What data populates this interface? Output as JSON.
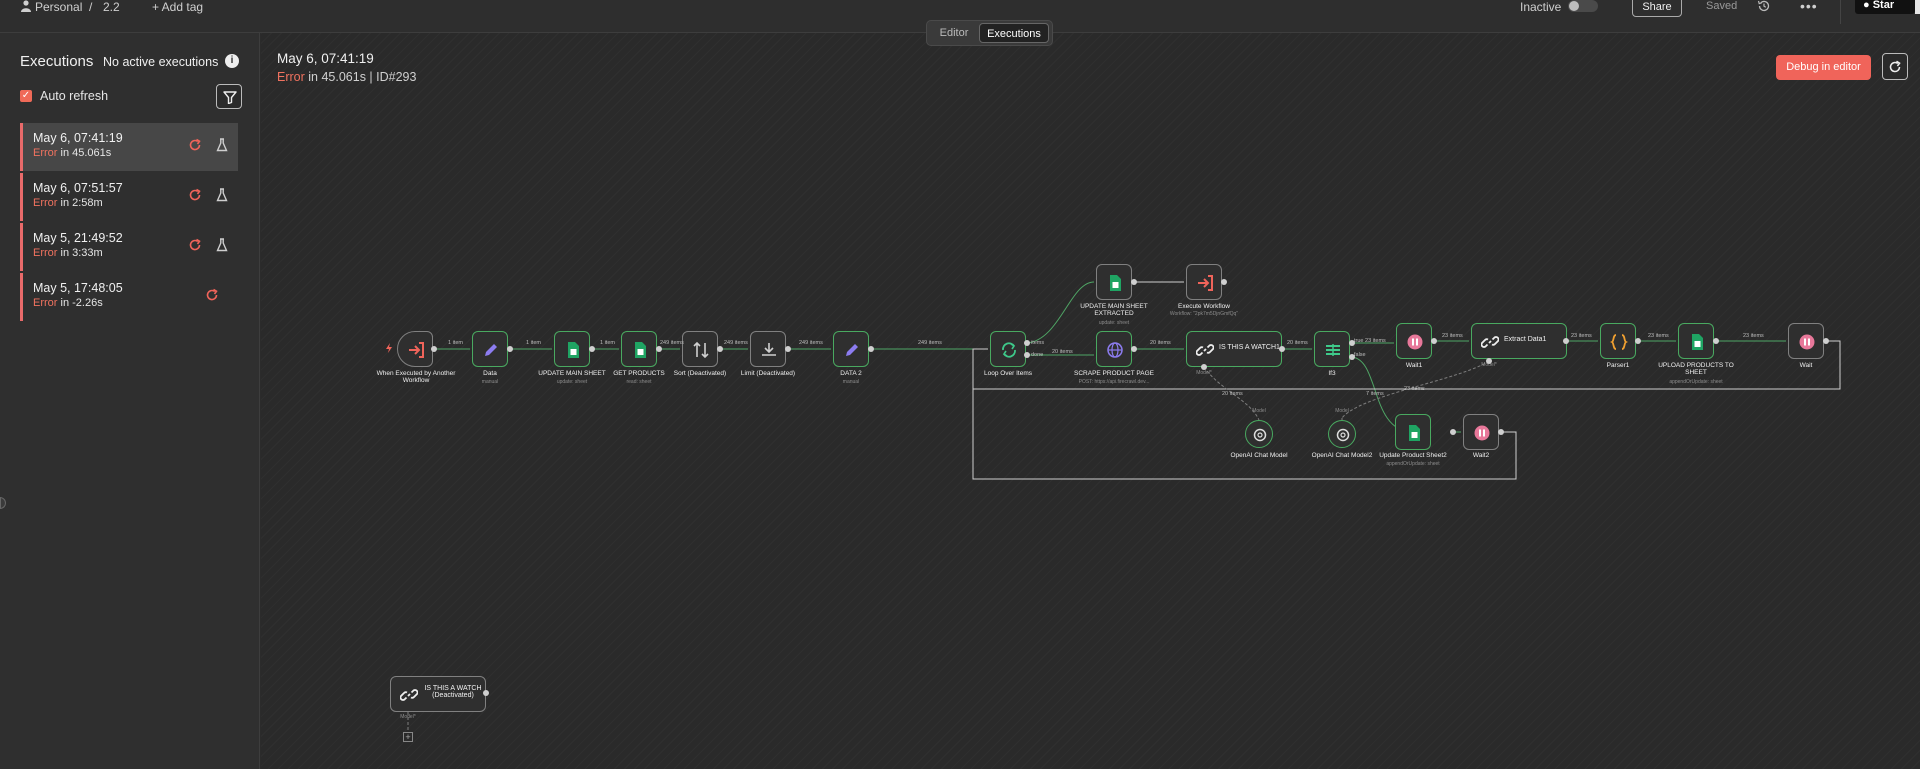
{
  "header": {
    "breadcrumb_personal": "Personal",
    "breadcrumb_sep": "/",
    "breadcrumb_name": "2.2",
    "add_tag": "+ Add tag",
    "status_label": "Inactive",
    "share": "Share",
    "saved": "Saved",
    "more": "•••",
    "star": "Star"
  },
  "tabs": {
    "editor": "Editor",
    "executions": "Executions"
  },
  "sidebar": {
    "title": "Executions",
    "no_active": "No active executions",
    "auto_refresh": "Auto refresh",
    "items": [
      {
        "date": "May 6, 07:41:19",
        "status": "Error",
        "duration": "in 45.061s"
      },
      {
        "date": "May 6, 07:51:57",
        "status": "Error",
        "duration": "in 2:58m"
      },
      {
        "date": "May 5, 21:49:52",
        "status": "Error",
        "duration": "in 3:33m"
      },
      {
        "date": "May 5, 17:48:05",
        "status": "Error",
        "duration": "in -2.26s"
      }
    ]
  },
  "run": {
    "date": "May 6, 07:41:19",
    "status": "Error",
    "detail": "in 45.061s | ID#293",
    "debug_button": "Debug in editor"
  },
  "nodes": {
    "n1": {
      "label": "When Executed by Another Workflow",
      "sub": ""
    },
    "n2": {
      "label": "Data",
      "sub": "manual"
    },
    "n3": {
      "label": "UPDATE MAIN SHEET",
      "sub": "update: sheet"
    },
    "n4": {
      "label": "GET PRODUCTS",
      "sub": "read: sheet"
    },
    "n5": {
      "label": "Sort (Deactivated)",
      "sub": ""
    },
    "n6": {
      "label": "Limit (Deactivated)",
      "sub": ""
    },
    "n7": {
      "label": "DATA 2",
      "sub": "manual"
    },
    "n8": {
      "label": "Loop Over Items",
      "sub": ""
    },
    "n9": {
      "label": "UPDATE MAIN SHEET EXTRACTED",
      "sub": "update: sheet"
    },
    "n10": {
      "label": "Execute Workflow",
      "sub": "Workflow: \"2pk7m5DjnGmfQq\""
    },
    "n11": {
      "label": "SCRAPE PRODUCT PAGE",
      "sub": "POST: https://api.firecrawl.dev..."
    },
    "n12": {
      "label": "IS THIS A WATCH1",
      "sub": "Model*"
    },
    "n13": {
      "label": "If3",
      "sub": ""
    },
    "n14": {
      "label": "Wait1",
      "sub": ""
    },
    "n15": {
      "label": "Extract Data1",
      "sub": "Model*"
    },
    "n16": {
      "label": "Parser1",
      "sub": ""
    },
    "n17": {
      "label": "UPLOAD PRODUCTS TO SHEET",
      "sub": "appendOrUpdate: sheet"
    },
    "n18": {
      "label": "Wait",
      "sub": ""
    },
    "n19": {
      "label": "OpenAI Chat Model",
      "sub": "Model"
    },
    "n20": {
      "label": "OpenAI Chat Model2",
      "sub": "Model"
    },
    "n21": {
      "label": "Update Product Sheet2",
      "sub": "appendOrUpdate: sheet"
    },
    "n22": {
      "label": "Wait2",
      "sub": ""
    },
    "n23": {
      "label": "IS THIS A WATCH (Deactivated)",
      "sub": "Model*"
    }
  },
  "edges": {
    "e1": "1 item",
    "e2": "1 item",
    "e3": "1 item",
    "e4": "249 items",
    "e5": "249 items",
    "e6": "249 items",
    "e7": "249 items",
    "e8": "items",
    "e9": "done",
    "e10": "20 items",
    "e11": "20 items",
    "e12": "20 items",
    "e13": "true 23 items",
    "e14": "false",
    "e15": "23 items",
    "e16": "23 items",
    "e17": "23 items",
    "e18": "23 items",
    "e19": "20 items",
    "e20": "23 items",
    "e21": "7 items"
  },
  "colors": {
    "accent": "#f0645a",
    "success": "#49a960",
    "error": "#f0725f",
    "sheets": "#1fa463",
    "edit": "#8c7cf0",
    "wait": "#e8789a"
  }
}
